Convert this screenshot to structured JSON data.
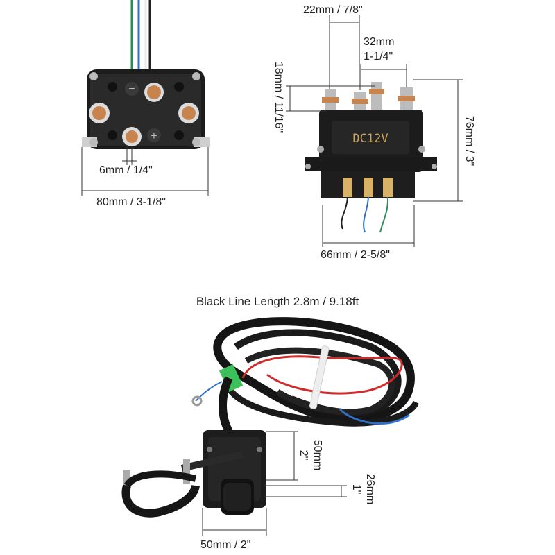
{
  "top_left": {
    "terminal_spacing": "6mm / 1/4\"",
    "width": "80mm / 3-1/8\""
  },
  "top_right": {
    "label_top_a": "22mm / 7/8\"",
    "label_top_b_line1": "32mm",
    "label_top_b_line2": "1-1/4\"",
    "stud_height": "18mm / 11/16\"",
    "height": "76mm / 3\"",
    "width": "66mm / 2-5/8\"",
    "voltage_marking": "DC12V"
  },
  "bottom": {
    "title": "Black Line Length 2.8m / 9.18ft",
    "switch_height": "50mm",
    "switch_height_in": "2\"",
    "handle_depth": "26mm",
    "handle_depth_in": "1\"",
    "switch_width": "50mm / 2\""
  },
  "symbols": {
    "minus": "−",
    "plus": "+"
  },
  "colors": {
    "housing": "#1c1c1c",
    "copper": "#c8844e",
    "wire_red": "#d12a2a",
    "wire_blue": "#2f6fc4",
    "wire_green": "#2e8b57",
    "tag_green": "#3cc05a",
    "dimension_line": "#333333"
  }
}
